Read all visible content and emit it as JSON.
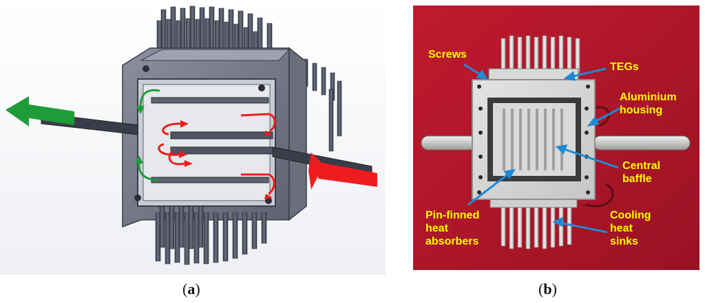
{
  "panel_a": {
    "caption_open": "(",
    "caption_letter": "a",
    "caption_close": ")"
  },
  "panel_b": {
    "caption_open": "(",
    "caption_letter": "b",
    "caption_close": ")",
    "labels": {
      "screws": "Screws",
      "tegs": "TEGs",
      "aluminium_line1": "Aluminium",
      "aluminium_line2": "housing",
      "baffle_line1": "Central",
      "baffle_line2": "baffle",
      "pin_line1": "Pin-finned",
      "pin_line2": "heat",
      "pin_line3": "absorbers",
      "cooling_line1": "Cooling",
      "cooling_line2": "heat",
      "cooling_line3": "sinks"
    }
  },
  "colors": {
    "background_b": "#b0162a",
    "label_text": "#ffff00",
    "arrow_hot": "#ee1c1c",
    "arrow_cold": "#1f9c3a",
    "callout": "#1f8ad4"
  }
}
